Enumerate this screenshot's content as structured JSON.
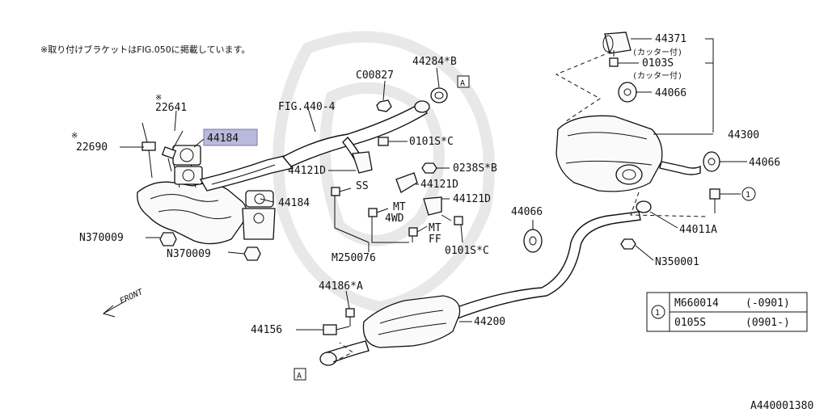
{
  "note": "※取り付けブラケットはFIG.050に掲載しています。",
  "drawing_number": "A440001380",
  "front_label": "FRONT",
  "labels": {
    "p22641": "22641",
    "p22690": "22690",
    "p44184_hl": "44184",
    "p44184": "44184",
    "n370009_a": "N370009",
    "n370009_b": "N370009",
    "fig4404": "FIG.440-4",
    "c00827": "C00827",
    "p44284b": "44284*B",
    "box_a1": "A",
    "box_a2": "A",
    "p0101sc_1": "0101S*C",
    "p44121d_1": "44121D",
    "ss": "SS",
    "p0238sb": "0238S*B",
    "p44121d_2": "44121D",
    "mt4wd_1": "MT",
    "mt4wd_2": "4WD",
    "p44121d_3": "44121D",
    "mtff_1": "MT",
    "mtff_2": "FF",
    "m250076": "M250076",
    "p0101sc_2": "0101S*C",
    "p44371": "44371",
    "cutter1": "(カッター付)",
    "p0103s": "0103S",
    "cutter2": "(カッター付)",
    "p44066_1": "44066",
    "p44300": "44300",
    "p44066_2": "44066",
    "p44066_3": "44066",
    "p44011a": "44011A",
    "n350001": "N350001",
    "p44186a": "44186*A",
    "p44156": "44156",
    "p44200": "44200",
    "mark1": "※",
    "mark2": "※",
    "circle1": "1",
    "circle2": "1"
  },
  "legend": {
    "rows": [
      {
        "part": "M660014",
        "range": "(-0901)"
      },
      {
        "part": "0105S",
        "range": "(0901-)"
      }
    ]
  },
  "colors": {
    "highlight": "#b9b9dc",
    "line": "#111111",
    "watermark": "#e8e8e8"
  }
}
